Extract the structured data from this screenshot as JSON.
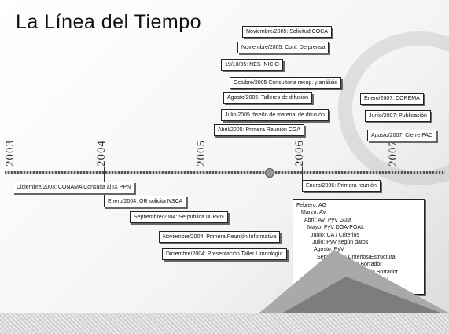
{
  "title": "La Línea del Tiempo",
  "years": [
    "2003",
    "2004",
    "2005",
    "2006",
    "2007"
  ],
  "events_above": [
    "Noviembre/2005: Solicitud COCA",
    "Noviembre/2005: Conf. De prensa",
    "19/10/05: NES INICIO",
    "Octubre/2005 Consultoria recop. y análisis",
    "Agosto/2005: Talleres de difusión",
    "Julio/2005 diseño de material de difusión",
    "Abril/2005: Primera Reunión CGA",
    "Enero/2007: COREMA",
    "Junio/2007: Publicación",
    "Agosto/2007: Cierre PAC"
  ],
  "events_below": [
    "Diciembre/2003: CONAMA Consulta al IX PPN",
    "Enero/2004: OR solicita NSCA",
    "Septiembre/2004: Se publica IX PPN",
    "Noviembre/2004: Primera Reunión Informativa",
    "Diciembre/2004: Presentación Taller Limnología",
    "Enero/2006: Primera reunión"
  ],
  "schedule_2006": [
    "Febrero: AG",
    "Marzo: AV",
    "Abril: AV; PyV Guía",
    "Mayo: PyV DGA-POAL",
    "Junio: CA / Criterios",
    "Julio: PyV según datos",
    "Agosto: PyV",
    "Septiembre: Criterios/Estructura",
    "Octubre: Primer Borrador",
    "Noviembre Segundo Borrador",
    "Diciembre: Aprobación CO"
  ]
}
